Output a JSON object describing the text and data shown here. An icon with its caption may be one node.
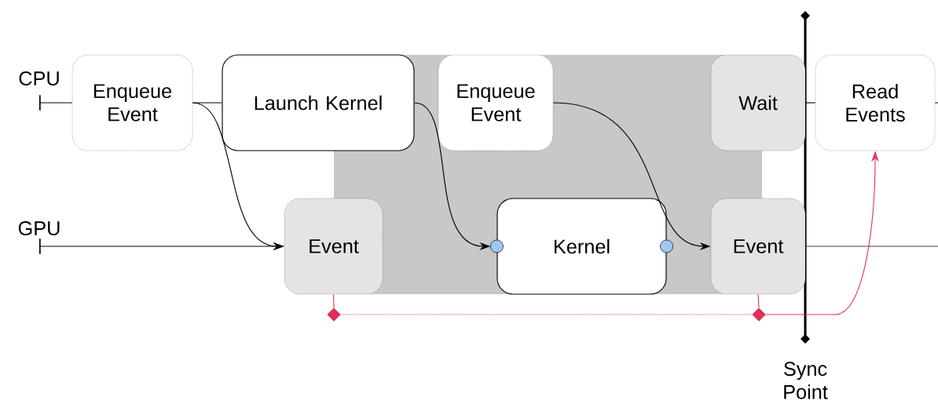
{
  "diagram": {
    "nodes": [
      {
        "text": [
          "CPU"
        ]
      },
      {
        "text": [
          "Enqueue Event"
        ]
      },
      {
        "text": [
          "Launch Kernel"
        ]
      },
      {
        "text": [
          "Enqueue Event"
        ]
      },
      {
        "text": [
          "Wait"
        ]
      },
      {
        "text": [
          "Read Events"
        ]
      },
      {
        "text": [
          "GPU"
        ]
      },
      {
        "text": [
          "Event"
        ]
      },
      {
        "text": [
          "Kernel"
        ]
      },
      {
        "text": [
          "Event"
        ]
      },
      {
        "text": [],
        "shape": "diamond"
      },
      {
        "text": [],
        "shape": "diamond"
      }
    ],
    "edges": [
      {
        "from": 0,
        "to": 1,
        "arrow": "none"
      },
      {
        "from": 1,
        "to": 2,
        "arrow": "none"
      },
      {
        "from": 1,
        "to": 7,
        "arrow": "to"
      },
      {
        "from": 6,
        "to": 7,
        "arrow": "to"
      },
      {
        "from": 2,
        "to": 8,
        "arrow": "to"
      },
      {
        "from": 3,
        "to": 9,
        "arrow": "to"
      },
      {
        "from": 4,
        "to": 5,
        "arrow": "none"
      },
      {
        "from": 5,
        "to": null,
        "arrow": "none"
      },
      {
        "from": 9,
        "to": null,
        "arrow": "none"
      },
      {
        "from": 7,
        "to": 10,
        "arrow": "none",
        "color": "#e8336b"
      },
      {
        "from": 9,
        "to": 11,
        "arrow": "none",
        "color": "#e8336b"
      },
      {
        "from": 10,
        "to": 11,
        "arrow": "none",
        "style": "dashed",
        "color": "#e8336b"
      },
      {
        "from": 11,
        "to": 5,
        "arrow": "to",
        "color": "#e8336b"
      }
    ],
    "labels": [
      "Sync Point"
    ]
  }
}
